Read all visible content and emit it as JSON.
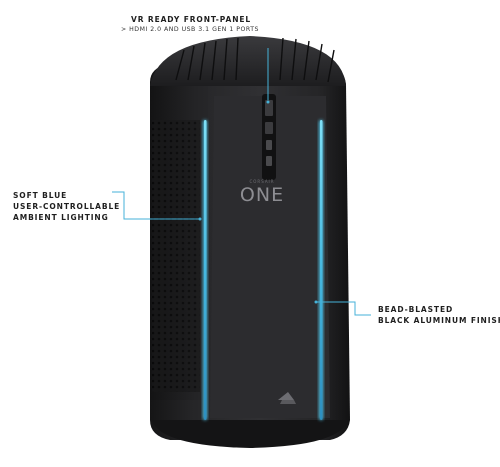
{
  "callouts": {
    "vr_panel": {
      "title": "VR READY FRONT-PANEL",
      "subtitle": "> HDMI 2.0 AND USB 3.1 GEN 1 PORTS"
    },
    "ambient_lighting": {
      "line1": "SOFT BLUE",
      "line2": "USER-CONTROLLABLE",
      "line3": "AMBIENT LIGHTING"
    },
    "finish": {
      "line1": "BEAD-BLASTED",
      "line2": "BLACK ALUMINUM FINISH"
    }
  },
  "product": {
    "logo_text": "ONE",
    "logo_small": "CORSAIR"
  },
  "colors": {
    "body": "#2a2a2c",
    "body_dark": "#1c1c1e",
    "led_blue": "#4fc3e6",
    "leader_line": "#45b2d8"
  }
}
